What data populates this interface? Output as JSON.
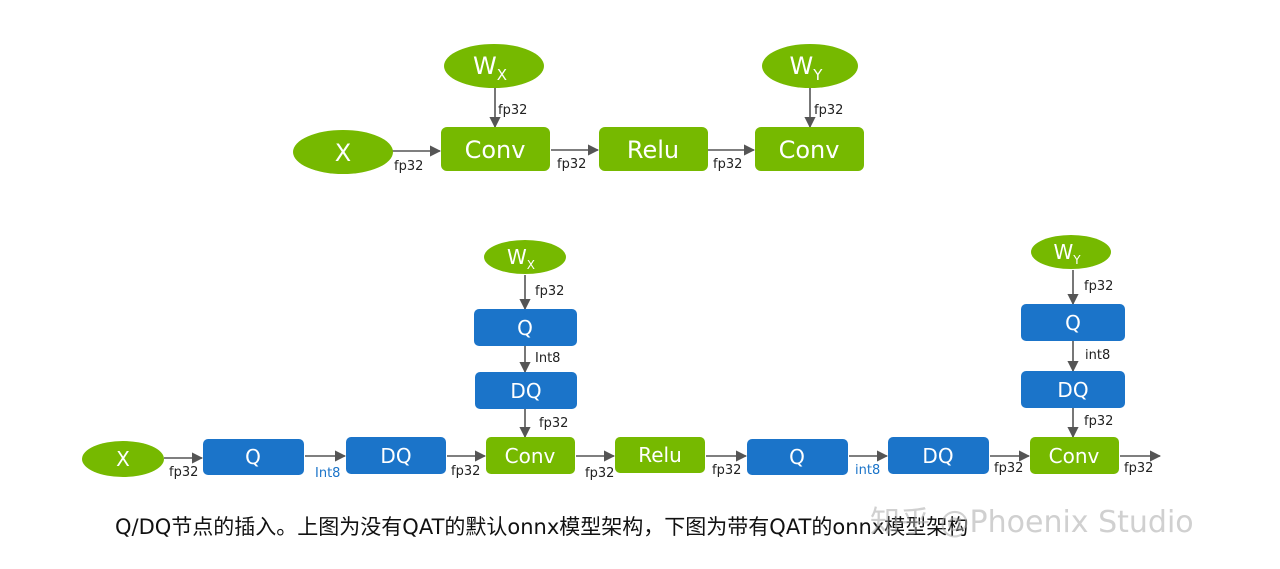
{
  "colors": {
    "green": "#76b900",
    "blue": "#1b74c9",
    "edge": "#555555",
    "int8_label": "#1b74c9"
  },
  "diagram": {
    "top": {
      "nodes": {
        "x": "X",
        "wx_main": "W",
        "wx_sub": "X",
        "wy_main": "W",
        "wy_sub": "Y",
        "conv1": "Conv",
        "relu": "Relu",
        "conv2": "Conv"
      },
      "edges": {
        "x_conv1": "fp32",
        "wx_conv1": "fp32",
        "conv1_relu": "fp32",
        "relu_conv2": "fp32",
        "wy_conv2": "fp32"
      }
    },
    "bottom": {
      "nodes": {
        "x": "X",
        "q1": "Q",
        "dq1": "DQ",
        "conv1": "Conv",
        "relu": "Relu",
        "q2": "Q",
        "dq2": "DQ",
        "conv2": "Conv",
        "wx_main": "W",
        "wx_sub": "X",
        "wx_q": "Q",
        "wx_dq": "DQ",
        "wy_main": "W",
        "wy_sub": "Y",
        "wy_q": "Q",
        "wy_dq": "DQ"
      },
      "edges": {
        "x_q1": "fp32",
        "q1_dq1": "Int8",
        "dq1_conv1": "fp32",
        "conv1_relu": "fp32",
        "relu_q2": "fp32",
        "q2_dq2": "int8",
        "dq2_conv2": "fp32",
        "conv2_out": "fp32",
        "wx_q": "fp32",
        "wx_q_dq": "Int8",
        "wx_dq_conv": "fp32",
        "wy_q": "fp32",
        "wy_q_dq": "int8",
        "wy_dq_conv": "fp32"
      }
    }
  },
  "caption": "Q/DQ节点的插入。上图为没有QAT的默认onnx模型架构，下图为带有QAT的onnx模型架构",
  "watermark": "知乎 @Phoenix Studio"
}
